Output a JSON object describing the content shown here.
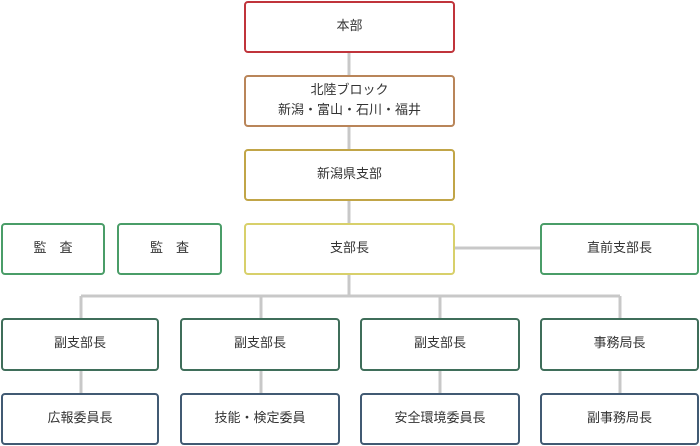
{
  "colors": {
    "red": "#c0343b",
    "brown": "#b98559",
    "gold": "#c1a547",
    "yellow": "#d8d06b",
    "green": "#4a9d68",
    "teal": "#3f6e5a",
    "navy": "#415a73",
    "line": "#c8c8c8"
  },
  "nodes": {
    "honbu": "本部",
    "hokuriku_line1": "北陸ブロック",
    "hokuriku_line2": "新潟・富山・石川・福井",
    "niigata": "新潟県支部",
    "kansa1": "監　査",
    "kansa2": "監　査",
    "shibucho": "支部長",
    "chokuzen": "直前支部長",
    "fuku1": "副支部長",
    "fuku2": "副支部長",
    "fuku3": "副支部長",
    "jimukyokucho": "事務局長",
    "kouhou": "広報委員長",
    "ginou": "技能・検定委員",
    "anzen": "安全環境委員長",
    "fukujimu": "副事務局長"
  }
}
